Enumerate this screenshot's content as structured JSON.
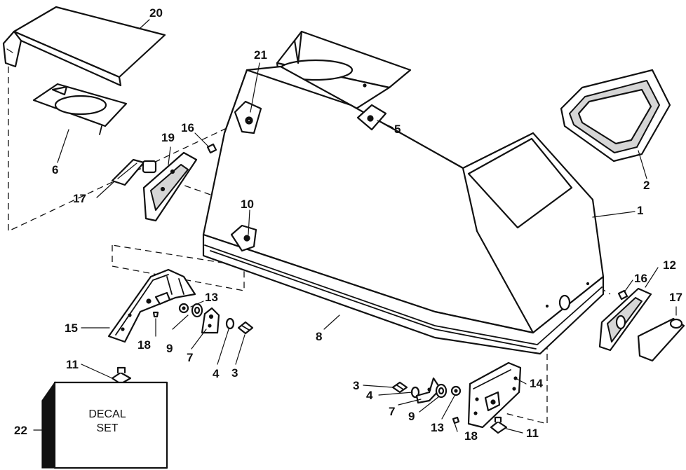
{
  "decal": {
    "line1": "DECAL",
    "line2": "SET"
  },
  "labels": [
    {
      "id": "l20",
      "text": "20"
    },
    {
      "id": "l21",
      "text": "21"
    },
    {
      "id": "l5",
      "text": "5"
    },
    {
      "id": "l2",
      "text": "2"
    },
    {
      "id": "l1",
      "text": "1"
    },
    {
      "id": "l6",
      "text": "6"
    },
    {
      "id": "l16a",
      "text": "16"
    },
    {
      "id": "l19",
      "text": "19"
    },
    {
      "id": "l17a",
      "text": "17"
    },
    {
      "id": "l10",
      "text": "10"
    },
    {
      "id": "l13a",
      "text": "13"
    },
    {
      "id": "l15",
      "text": "15"
    },
    {
      "id": "l18a",
      "text": "18"
    },
    {
      "id": "l9a",
      "text": "9"
    },
    {
      "id": "l7a",
      "text": "7"
    },
    {
      "id": "l4a",
      "text": "4"
    },
    {
      "id": "l3a",
      "text": "3"
    },
    {
      "id": "l11a",
      "text": "11"
    },
    {
      "id": "l8",
      "text": "8"
    },
    {
      "id": "l12",
      "text": "12"
    },
    {
      "id": "l16b",
      "text": "16"
    },
    {
      "id": "l17b",
      "text": "17"
    },
    {
      "id": "l14",
      "text": "14"
    },
    {
      "id": "l3b",
      "text": "3"
    },
    {
      "id": "l4b",
      "text": "4"
    },
    {
      "id": "l7b",
      "text": "7"
    },
    {
      "id": "l9b",
      "text": "9"
    },
    {
      "id": "l13b",
      "text": "13"
    },
    {
      "id": "l18b",
      "text": "18"
    },
    {
      "id": "l11b",
      "text": "11"
    },
    {
      "id": "l22",
      "text": "22"
    }
  ]
}
